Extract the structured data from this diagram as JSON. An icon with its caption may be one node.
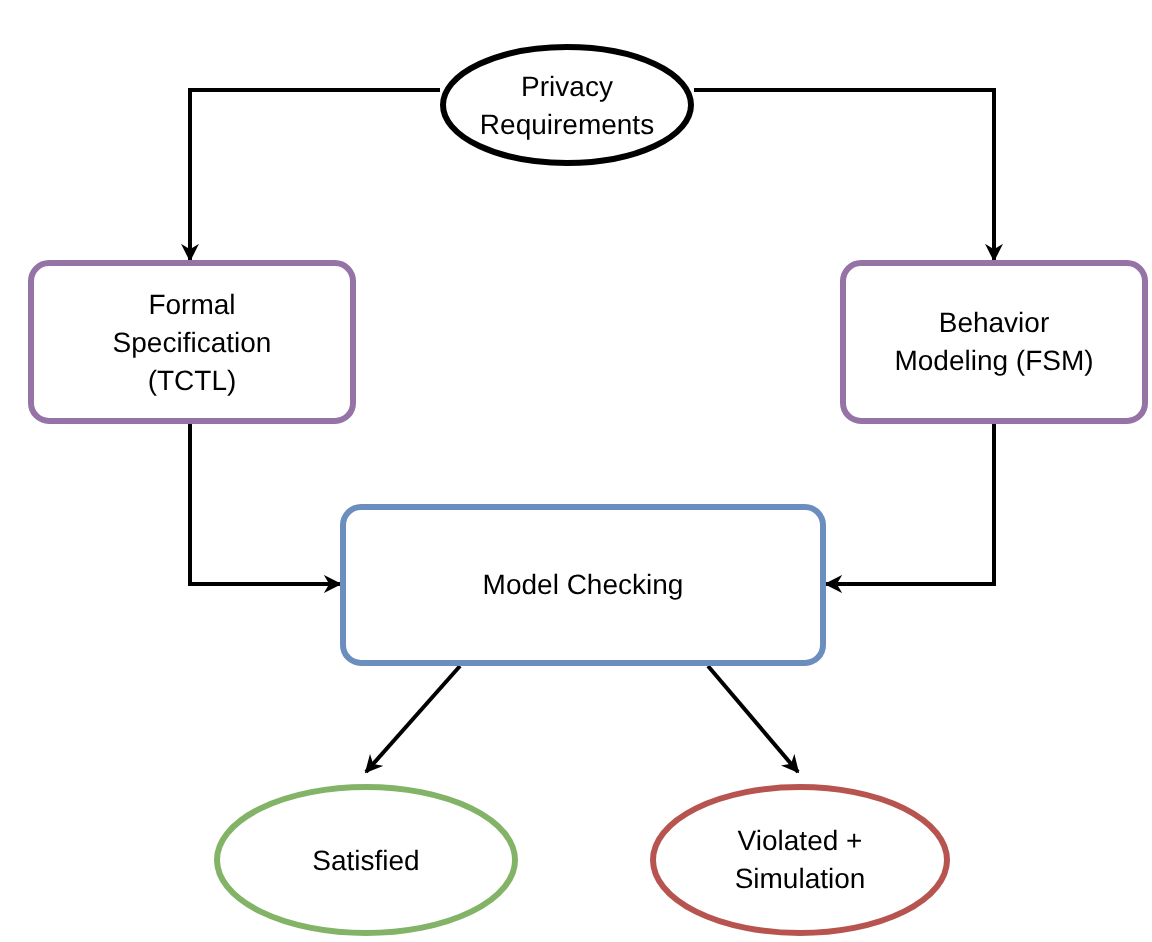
{
  "diagram": {
    "nodes": [
      {
        "text": [
          "Privacy Requirements"
        ]
      },
      {
        "text": [
          "Formal Specification (TCTL)"
        ]
      },
      {
        "text": [
          "Behavior Modeling (FSM)"
        ]
      },
      {
        "text": [
          "Model Checking"
        ]
      },
      {
        "text": [
          "Satisfied"
        ]
      },
      {
        "text": [
          "Violated + Simulation"
        ]
      }
    ],
    "edges": [
      {
        "from": 0,
        "to": 1,
        "arrow": "to"
      },
      {
        "from": 0,
        "to": 2,
        "arrow": "to"
      },
      {
        "from": 1,
        "to": 3,
        "arrow": "to"
      },
      {
        "from": 2,
        "to": 3,
        "arrow": "to"
      },
      {
        "from": 3,
        "to": 4,
        "arrow": "to"
      },
      {
        "from": 3,
        "to": 5,
        "arrow": "to"
      }
    ]
  }
}
